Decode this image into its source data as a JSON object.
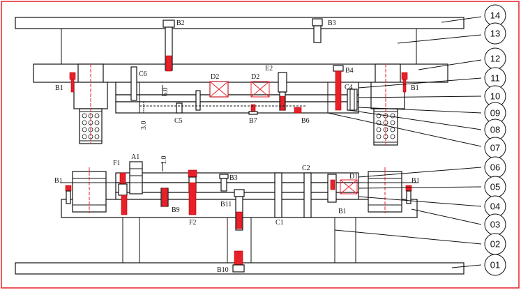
{
  "labels": {
    "b2": "B2",
    "b3_top": "B3",
    "c6": "C6",
    "e2": "E2",
    "b4": "B4",
    "d2_left": "D2",
    "d2_right": "D2",
    "b1_ul": "B1",
    "b1_ur": "B1",
    "dim_60": "6.0",
    "c4": "C4",
    "c5": "C5",
    "b7": "B7",
    "b6": "B6",
    "dim_30": "3.0",
    "f1": "F1",
    "a1": "A1",
    "dim_10": "1.0",
    "c2": "C2",
    "d1": "D1",
    "b1_ll": "B1",
    "b1_lr": "B1",
    "b3_low": "B3",
    "b9": "B9",
    "f2": "F2",
    "b11": "B11",
    "c1": "C1",
    "b1_mid": "B1",
    "b10": "B10"
  },
  "callouts": [
    "14",
    "13",
    "12",
    "11",
    "10",
    "09",
    "08",
    "07",
    "06",
    "05",
    "04",
    "03",
    "02",
    "01"
  ]
}
